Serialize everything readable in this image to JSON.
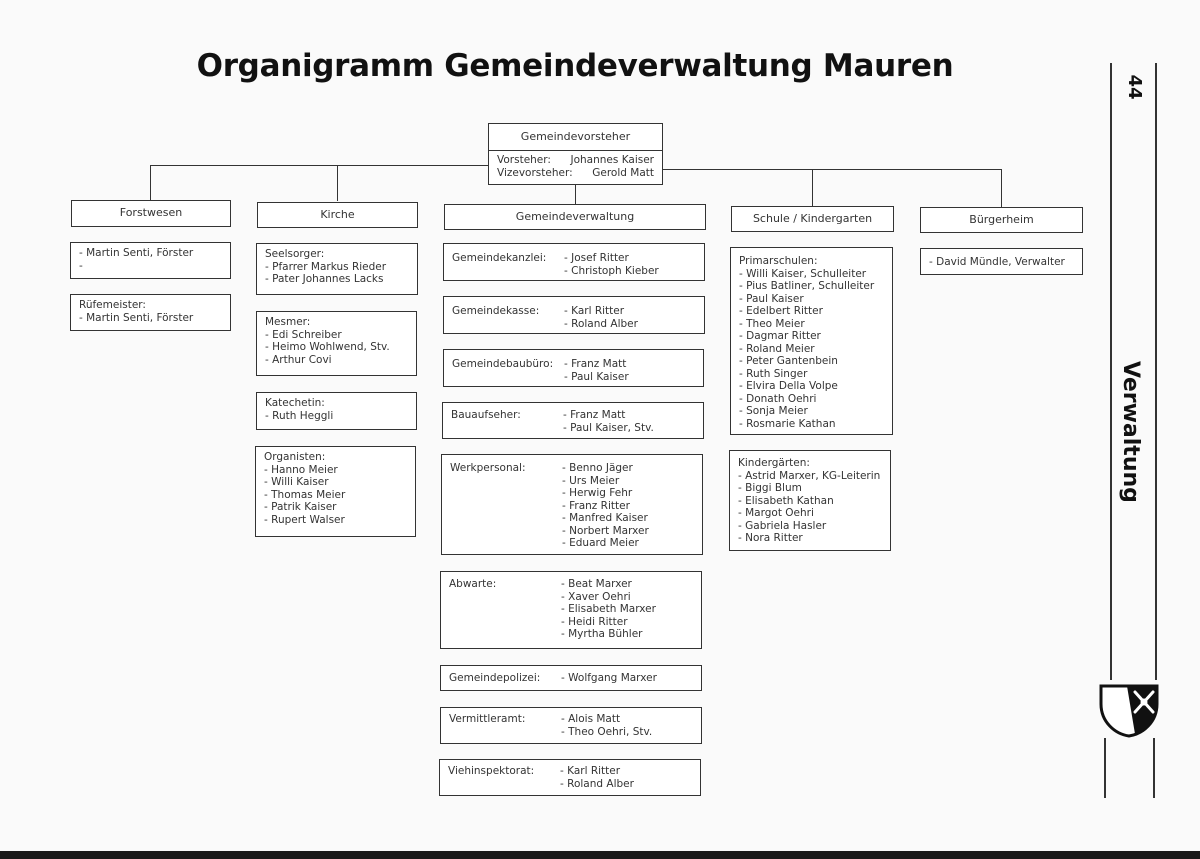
{
  "title": "Organigramm Gemeindeverwaltung Mauren",
  "side": {
    "page_number": "44",
    "section": "Verwaltung"
  },
  "top": {
    "header": "Gemeindevorsteher",
    "rows": [
      {
        "role": "Vorsteher:",
        "name": "Johannes Kaiser"
      },
      {
        "role": "Vizevorsteher:",
        "name": "Gerold Matt"
      }
    ]
  },
  "departments": {
    "forst": "Forstwesen",
    "kirche": "Kirche",
    "verwaltung": "Gemeindeverwaltung",
    "schule": "Schule / Kindergarten",
    "buergerheim": "Bürgerheim"
  },
  "forst_boxes": [
    {
      "lines": [
        "- Martin Senti, Förster",
        "-"
      ]
    },
    {
      "lines": [
        "Rüfemeister:",
        "- Martin Senti, Förster"
      ]
    }
  ],
  "kirche_boxes": [
    {
      "lines": [
        "Seelsorger:",
        "- Pfarrer Markus Rieder",
        "- Pater Johannes Lacks"
      ]
    },
    {
      "lines": [
        "Mesmer:",
        "- Edi Schreiber",
        "- Heimo Wohlwend, Stv.",
        "- Arthur Covi"
      ]
    },
    {
      "lines": [
        "Katechetin:",
        "- Ruth Heggli"
      ]
    },
    {
      "lines": [
        "Organisten:",
        "- Hanno Meier",
        "- Willi Kaiser",
        "- Thomas Meier",
        "- Patrik Kaiser",
        "- Rupert Walser"
      ]
    }
  ],
  "verwaltung_boxes": [
    {
      "label": "Gemeindekanzlei:",
      "names": [
        "- Josef Ritter",
        "- Christoph Kieber"
      ]
    },
    {
      "label": "Gemeindekasse:",
      "names": [
        "- Karl Ritter",
        "- Roland Alber"
      ]
    },
    {
      "label": "Gemeindebaubüro:",
      "names": [
        "- Franz Matt",
        "- Paul Kaiser"
      ]
    },
    {
      "label": "Bauaufseher:",
      "names": [
        "- Franz Matt",
        "- Paul Kaiser, Stv."
      ]
    },
    {
      "label": "Werkpersonal:",
      "names": [
        "- Benno Jäger",
        "- Urs Meier",
        "- Herwig Fehr",
        "- Franz Ritter",
        "- Manfred Kaiser",
        "- Norbert Marxer",
        "- Eduard Meier"
      ]
    },
    {
      "label": "Abwarte:",
      "names": [
        "- Beat Marxer",
        "- Xaver Oehri",
        "- Elisabeth Marxer",
        "- Heidi Ritter",
        "- Myrtha Bühler"
      ]
    },
    {
      "label": "Gemeindepolizei:",
      "names": [
        "- Wolfgang Marxer"
      ]
    },
    {
      "label": "Vermittleramt:",
      "names": [
        "- Alois Matt",
        "- Theo Oehri, Stv."
      ]
    },
    {
      "label": "Viehinspektorat:",
      "names": [
        "- Karl Ritter",
        "- Roland Alber"
      ]
    }
  ],
  "schule_boxes": [
    {
      "lines": [
        "Primarschulen:",
        "- Willi Kaiser, Schulleiter",
        "- Pius Batliner, Schulleiter",
        "- Paul Kaiser",
        "- Edelbert Ritter",
        "- Theo Meier",
        "- Dagmar Ritter",
        "- Roland Meier",
        "- Peter Gantenbein",
        "- Ruth Singer",
        "- Elvira Della Volpe",
        "- Donath Oehri",
        "- Sonja Meier",
        "- Rosmarie Kathan"
      ]
    },
    {
      "lines": [
        "Kindergärten:",
        "- Astrid Marxer, KG-Leiterin",
        "- Biggi Blum",
        "- Elisabeth Kathan",
        "- Margot Oehri",
        "- Gabriela Hasler",
        "- Nora Ritter"
      ]
    }
  ],
  "buergerheim_boxes": [
    {
      "lines": [
        "- David Mündle, Verwalter"
      ]
    }
  ]
}
